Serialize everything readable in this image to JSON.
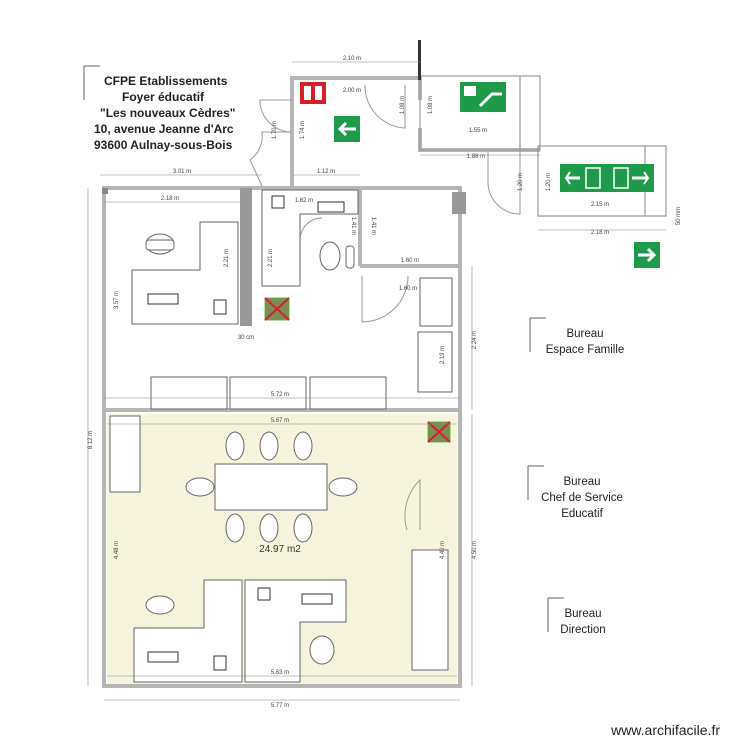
{
  "header": {
    "line1": "CFPE Etablissements",
    "line2": "Foyer éducatif",
    "line3": "\"Les nouveaux Cèdres\"",
    "line4": "10, avenue Jeanne d'Arc",
    "line5": "93600 Aulnay-sous-Bois"
  },
  "rooms": {
    "espace_famille_line1": "Bureau",
    "espace_famille_line2": "Espace Famille",
    "chef_line1": "Bureau",
    "chef_line2": "Chef de Service",
    "chef_line3": "Educatif",
    "direction_line1": "Bureau",
    "direction_line2": "Direction",
    "area": "24.97 m2"
  },
  "dimensions": {
    "d_210_top": "2.10 m",
    "d_200": "2.00 m",
    "d_170": "1.70 m",
    "d_174": "1.74 m",
    "d_108": "1.08 m",
    "d_108b": "1.08 m",
    "d_155": "1.55 m",
    "d_188": "1.88 m",
    "d_120": "1.20 m",
    "d_120b": "1.20 m",
    "d_215": "2.15 m",
    "d_218_stair": "2.18 m",
    "d_50mm": "50 mm",
    "d_301": "3.01 m",
    "d_112": "1.12 m",
    "d_218": "2.18 m",
    "d_162": "1.62 m",
    "d_141": "1.41 m",
    "d_141b": "1.41 m",
    "d_357": "3.57 m",
    "d_221a": "2.21 m",
    "d_221b": "2.21 m",
    "d_30cm": "30 cm",
    "d_160a": "1.60 m",
    "d_160b": "1.60 m",
    "d_219": "2.19 m",
    "d_224": "2.24 m",
    "d_572": "5.72 m",
    "d_567": "5.67 m",
    "d_812": "8.12 m",
    "d_448": "4.48 m",
    "d_440": "4.40 m",
    "d_450": "4.50 m",
    "d_563": "5.63 m",
    "d_577": "5.77 m"
  },
  "icons": {
    "exit_sign_1": "emergency-exit-stairs-icon",
    "exit_sign_2": "emergency-exit-door-icon",
    "arrow_left": "exit-arrow-left-icon",
    "arrow_right": "exit-arrow-right-icon",
    "fire_ext": "fire-extinguisher-icon"
  },
  "colors": {
    "exit_green": "#1f9a4a",
    "meeting_fill": "#f6f4dc",
    "wall": "#b5b5b5",
    "fire_red": "#d61f26"
  },
  "watermark": "www.archifacile.fr"
}
